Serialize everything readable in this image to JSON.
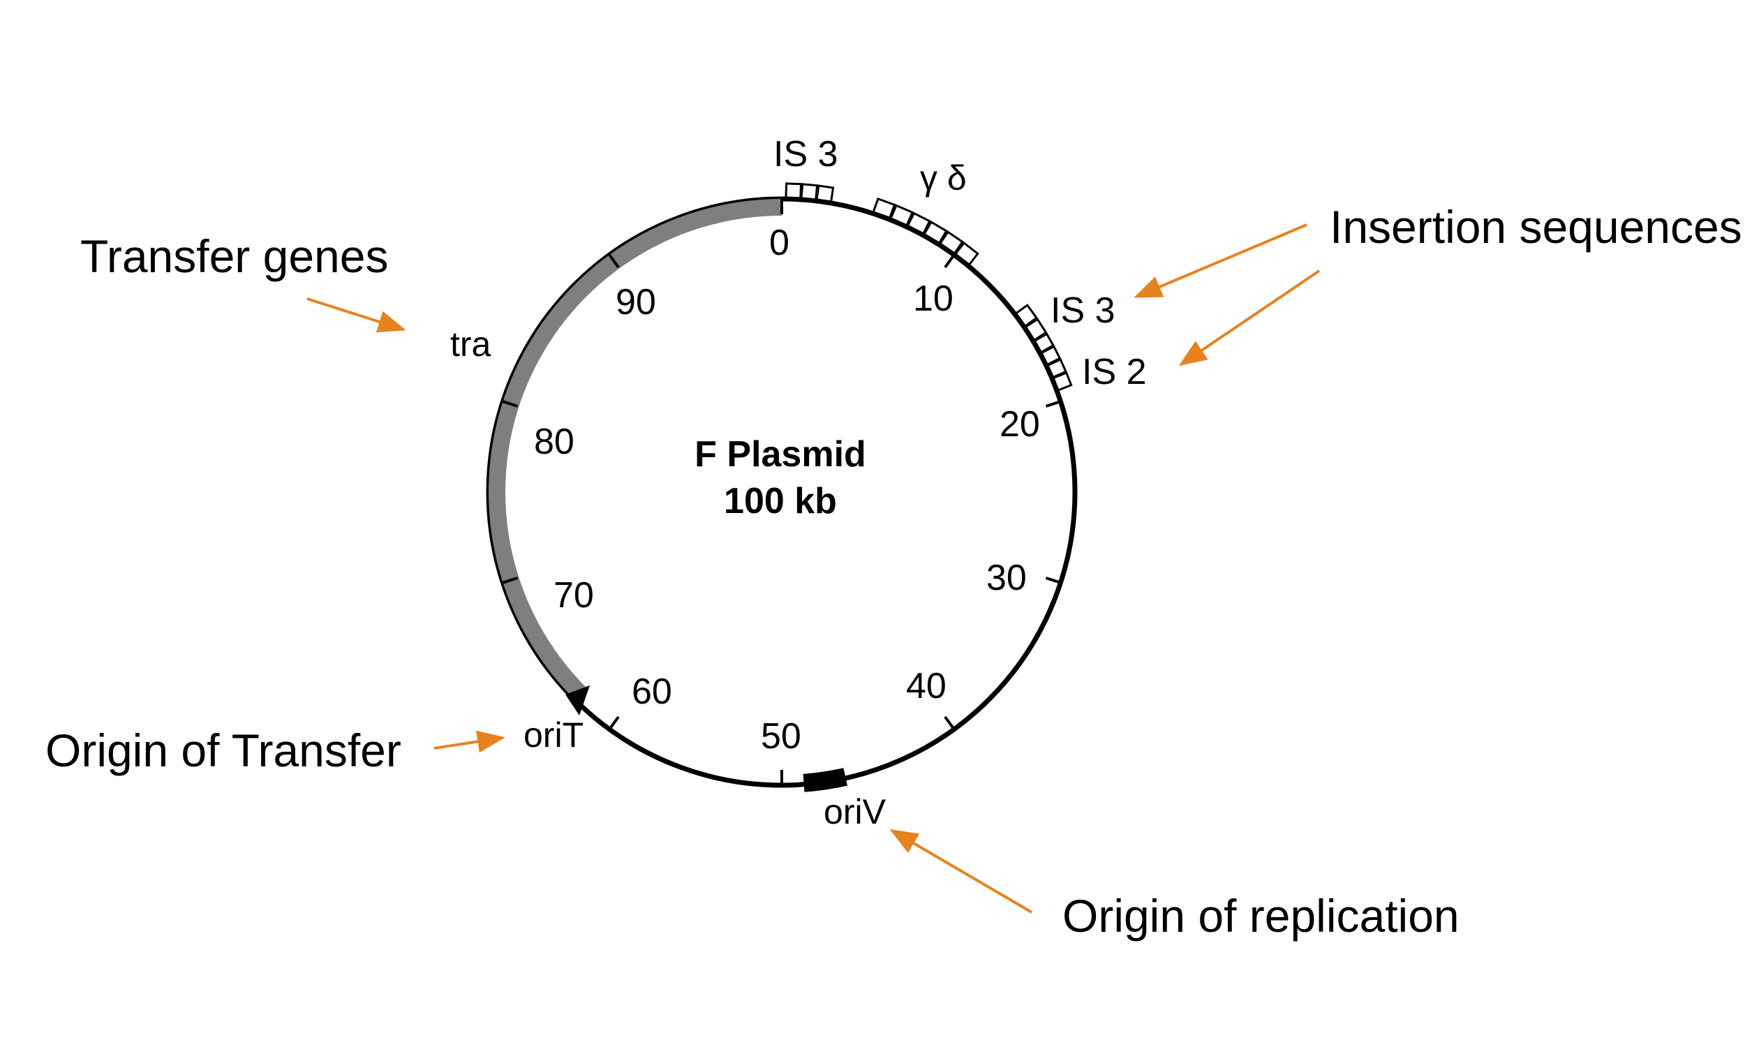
{
  "diagram": {
    "title_line1": "F Plasmid",
    "title_line2": "100 kb",
    "accent_color": "#e8821e",
    "tra_color": "#7f7f7f",
    "ticks": [
      "0",
      "10",
      "20",
      "30",
      "40",
      "50",
      "60",
      "70",
      "80",
      "90"
    ],
    "feature_labels": {
      "is3_top": "IS 3",
      "gamma_delta": "γ δ",
      "is3_right": "IS 3",
      "is2": "IS 2",
      "tra": "tra",
      "oriT": "oriT",
      "oriV": "oriV"
    },
    "annotations": {
      "transfer_genes": "Transfer genes",
      "insertion_sequences": "Insertion sequences",
      "origin_of_transfer": "Origin of Transfer",
      "origin_of_replication": "Origin of replication"
    }
  }
}
